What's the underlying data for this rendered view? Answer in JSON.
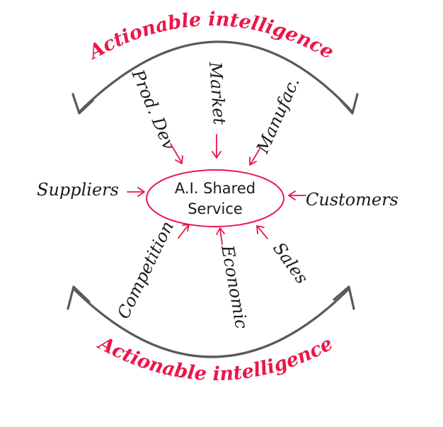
{
  "diagram": {
    "center": {
      "line1": "A.I. Shared",
      "line2": "Service"
    },
    "top_banner": "Actionable intelligence",
    "bottom_banner": "Actionable intelligence",
    "inputs": {
      "prod_dev": "Prod. Dev",
      "market": "Market",
      "manufac": "Manufac.",
      "suppliers": "Suppliers",
      "customers": "Customers",
      "competition": "Competition",
      "economic": "Economic",
      "sales": "Sales"
    },
    "colors": {
      "accent_red": "#e8174a",
      "text_dark": "#1a1a1a",
      "arc_gray": "#5a5a5a"
    }
  }
}
